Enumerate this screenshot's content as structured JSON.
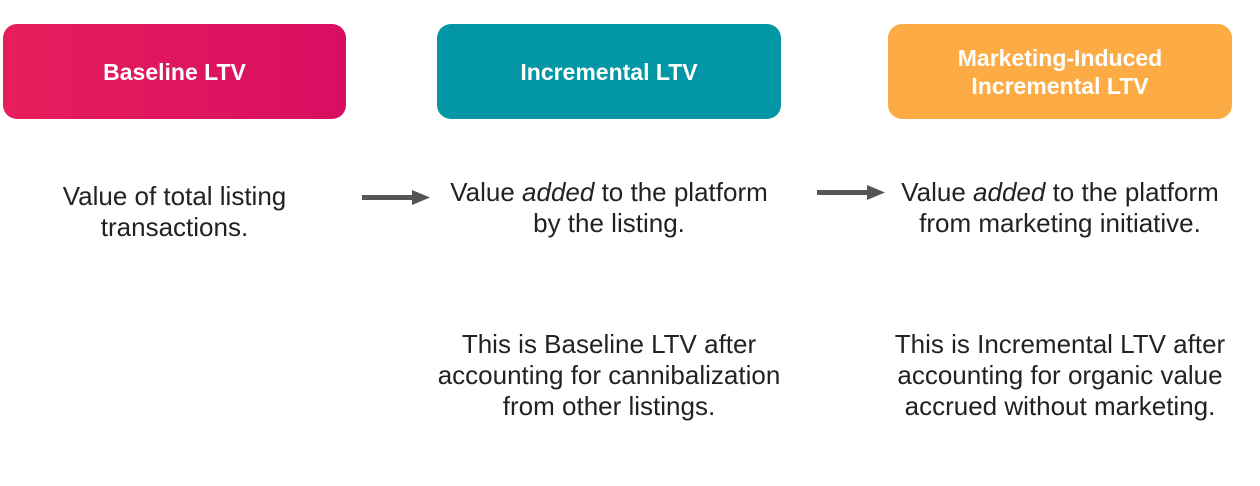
{
  "colors": {
    "baseline_box": "#e0195e",
    "incremental_box": "#0397a5",
    "marketing_box": "#fdac45",
    "arrow": "#555555",
    "text": "#222222"
  },
  "columns": [
    {
      "title": "Baseline LTV",
      "description": {
        "pre": "Value of total listing transactions.",
        "emphasis": "",
        "post": ""
      },
      "note": ""
    },
    {
      "title": "Incremental LTV",
      "description": {
        "pre": "Value ",
        "emphasis": "added",
        "post": " to the platform by the listing."
      },
      "note": "This is Baseline LTV after accounting for cannibalization from other listings."
    },
    {
      "title": "Marketing-Induced Incremental LTV",
      "description": {
        "pre": "Value ",
        "emphasis": "added",
        "post": " to the platform from marketing initiative."
      },
      "note": "This is Incremental LTV after accounting for organic value accrued without marketing."
    }
  ],
  "arrows": [
    {
      "icon": "right-arrow-icon"
    },
    {
      "icon": "right-arrow-icon"
    }
  ]
}
